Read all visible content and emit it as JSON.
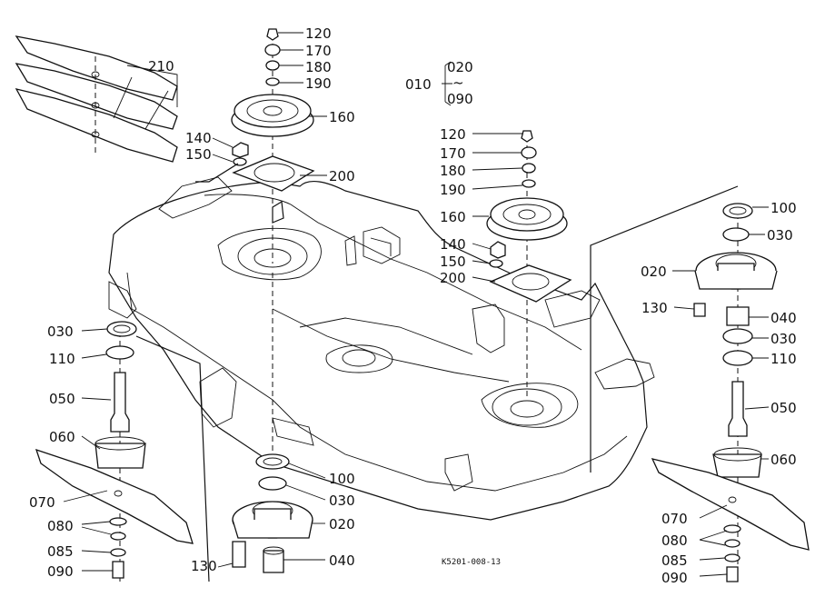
{
  "labels": {
    "l_120a": "120",
    "l_170a": "170",
    "l_180a": "180",
    "l_190a": "190",
    "l_160a": "160",
    "l_140a": "140",
    "l_150a": "150",
    "l_200a": "200",
    "l_210": "210",
    "l_010": "010",
    "l_020top": "020",
    "l_tilde": "~",
    "l_090top": "090",
    "l_120b": "120",
    "l_170b": "170",
    "l_180b": "180",
    "l_190b": "190",
    "l_160b": "160",
    "l_140b": "140",
    "l_150b": "150",
    "l_200b": "200",
    "l_100r": "100",
    "l_030r1": "030",
    "l_020r": "020",
    "l_130r": "130",
    "l_040r": "040",
    "l_030r2": "030",
    "l_110r": "110",
    "l_050r": "050",
    "l_060r": "060",
    "l_070r": "070",
    "l_080r": "080",
    "l_085r": "085",
    "l_090r": "090",
    "l_030l": "030",
    "l_110l": "110",
    "l_050l": "050",
    "l_060l": "060",
    "l_070l": "070",
    "l_080l": "080",
    "l_085l": "085",
    "l_090l": "090",
    "l_100c": "100",
    "l_030c": "030",
    "l_020c": "020",
    "l_130c": "130",
    "l_040c": "040"
  },
  "drawing_code": "K5201-008-13"
}
